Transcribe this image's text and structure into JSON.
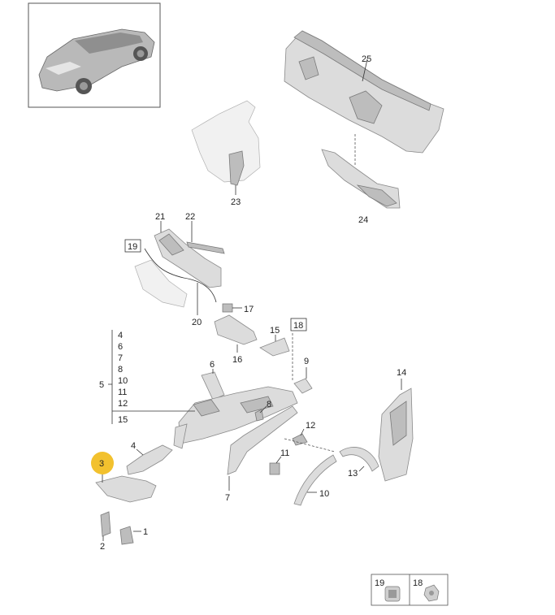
{
  "labels": {
    "p1": "1",
    "p2": "2",
    "p3": "3",
    "p4": "4",
    "p6": "6",
    "p7": "7",
    "p8": "8",
    "p9": "9",
    "p10": "10",
    "p11": "11",
    "p12": "12",
    "p13": "13",
    "p14": "14",
    "p15": "15",
    "p16": "16",
    "p17": "17",
    "p18": "18",
    "p19": "19",
    "p20": "20",
    "p21": "21",
    "p22": "22",
    "p23": "23",
    "p24": "24",
    "p25": "25"
  },
  "group5": {
    "label": "5",
    "items": [
      "4",
      "6",
      "7",
      "8",
      "10",
      "11",
      "12",
      "15"
    ]
  },
  "legend": {
    "item_a": "19",
    "item_b": "18"
  },
  "colors": {
    "highlight": "#f2c12e",
    "part": "#dcdcdc",
    "part_dark": "#bdbdbd"
  },
  "thumbnail_icon": "car-icon"
}
